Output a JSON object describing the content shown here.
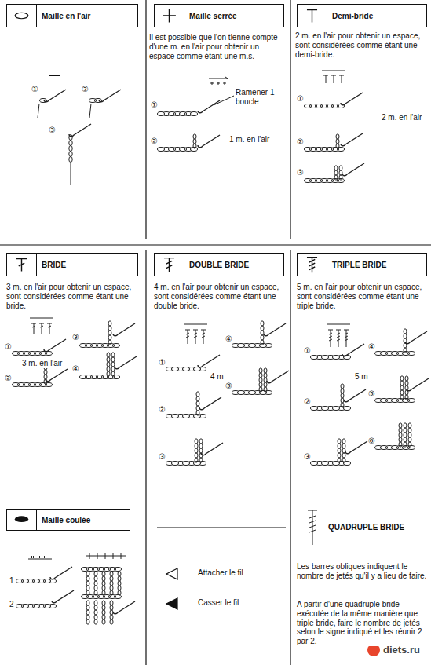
{
  "diagram": {
    "nodes": [
      {
        "text": [
          "Maille en l'air"
        ]
      },
      {
        "text": [
          "Maille serrée"
        ]
      },
      {
        "text": [
          "Demi-bride"
        ]
      },
      {
        "text": [
          "BRIDE"
        ]
      },
      {
        "text": [
          "DOUBLE BRIDE"
        ]
      },
      {
        "text": [
          "TRIPLE BRIDE"
        ]
      },
      {
        "text": [
          "Maille coulée"
        ]
      }
    ],
    "labels": [
      "①",
      "②",
      "③",
      "Il est possible que l'on tienne compte d'une m. en l'air pour obtenir un espace comme étant une m.s.",
      "Ramener 1 boucle",
      "①",
      "②",
      "1 m. en l'air",
      "2 m. en l'air pour obtenir un espace, sont considérées comme étant une demi-bride.",
      "①",
      "②",
      "③",
      "2 m. en l'air",
      "3 m. en l'air pour obtenir un espace, sont considérées comme étant une bride.",
      "①",
      "②",
      "③",
      "④",
      "3 m. en l'air",
      "4 m. en l'air pour obtenir un espace, sont considérées comme étant une double bride.",
      "①",
      "②",
      "③",
      "④",
      "⑤",
      "4 m",
      "5 m. en l'air pour obtenir un espace, sont considérées comme étant une triple bride.",
      "①",
      "②",
      "③",
      "④",
      "⑤",
      "⑥",
      "5 m",
      "1",
      "2",
      "QUADRUPLE BRIDE",
      "Les barres obliques indiquent le nombre de jetés qu'il y a lieu de faire.",
      "A partir d'une quadruple bride exécutée de la même manière que triple bride, faire le nombre de jetés selon le signe indiqué et les réunir 2 par 2.",
      "diets.ru"
    ],
    "legend": [
      {
        "text": "Attacher le fil"
      },
      {
        "text": "Casser le fil"
      }
    ]
  }
}
